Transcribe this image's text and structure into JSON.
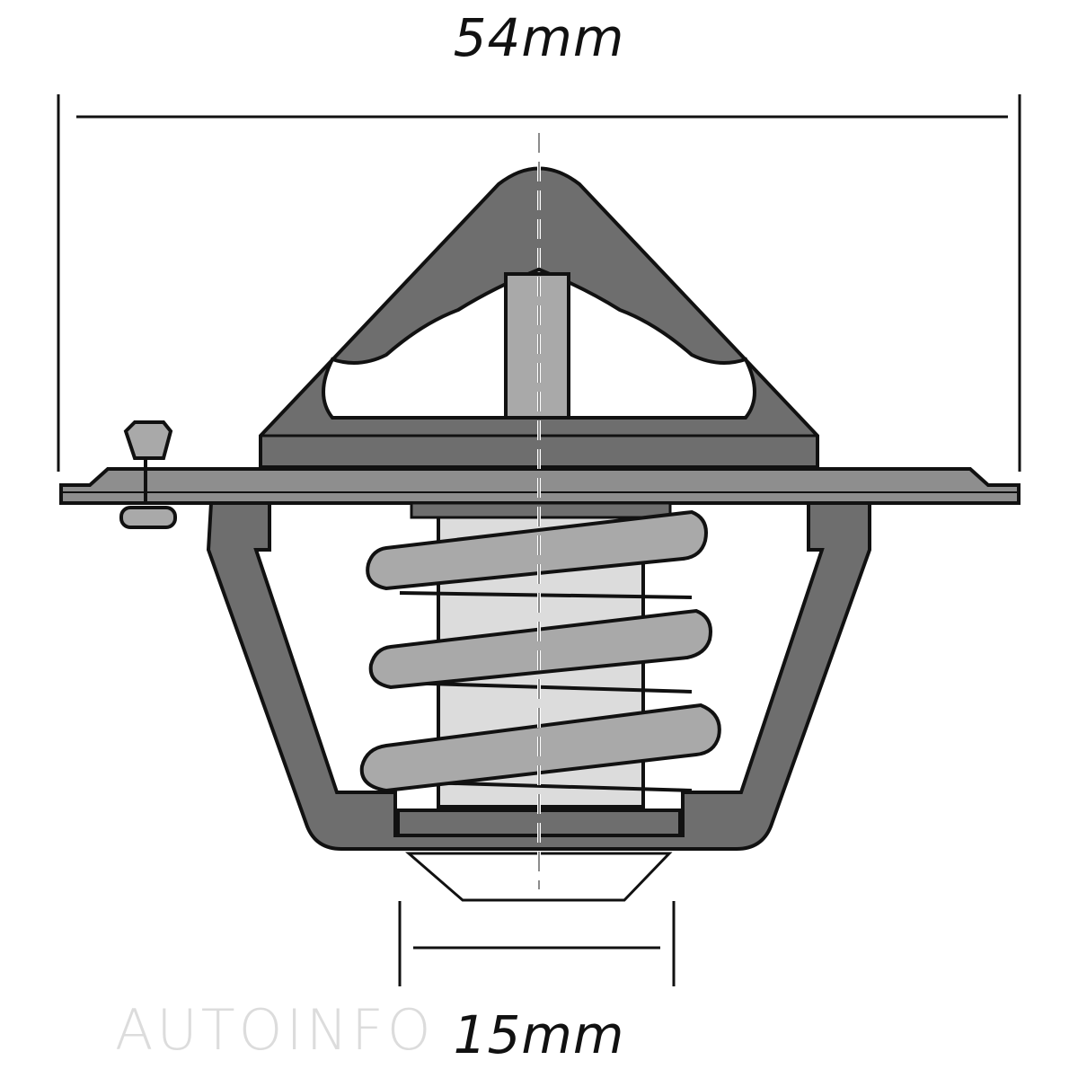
{
  "dimensions": {
    "overall_width": "54mm",
    "valve_width": "15mm"
  },
  "watermark": {
    "text": "AUTOINFO"
  },
  "colors": {
    "body_fill": "#6e6e6e",
    "flange_fill": "#8e8e8e",
    "spring_fill": "#a9a9a9",
    "piston_fill": "#dcdcdc",
    "outline": "#111111"
  }
}
